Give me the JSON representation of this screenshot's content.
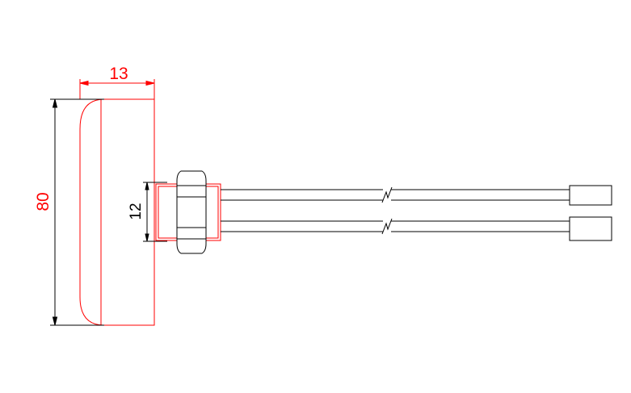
{
  "drawing": {
    "dimensions": {
      "width_label": "13",
      "height_label": "80",
      "thread_label": "12"
    },
    "colors": {
      "outline": "#ff0000",
      "line": "#000000",
      "dimension_width": "#ff0000",
      "dimension_height": "#ff0000",
      "dimension_thread": "#000000",
      "background": "#ffffff"
    }
  }
}
